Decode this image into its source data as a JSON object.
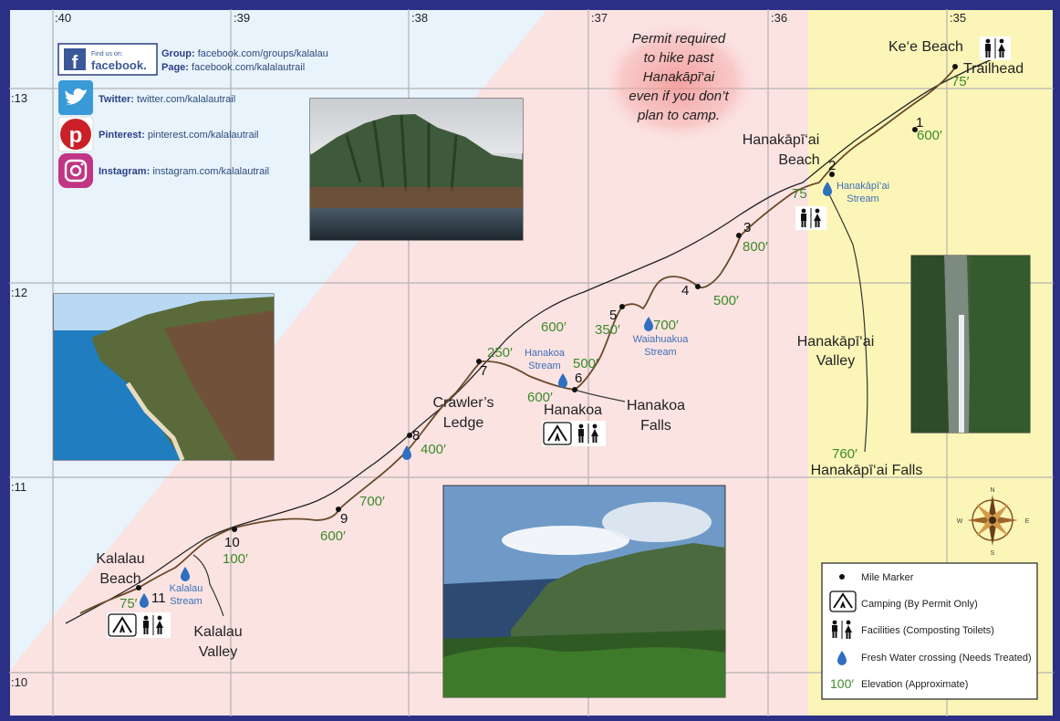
{
  "grid": {
    "top_ticks": [
      ":40",
      ":39",
      ":38",
      ":37",
      ":36",
      ":35"
    ],
    "left_ticks": [
      ":13",
      ":12",
      ":11",
      ":10"
    ]
  },
  "social": {
    "facebook_badge_line1": "Find us on:",
    "facebook_badge_line2": "facebook.",
    "group_label": "Group:",
    "group_url": "facebook.com/groups/kalalau",
    "page_label": "Page:",
    "page_url": "facebook.com/kalalautrail",
    "twitter_label": "Twitter:",
    "twitter_url": "twitter.com/kalalautrail",
    "pinterest_label": "Pinterest:",
    "pinterest_url": "pinterest.com/kalalautrail",
    "instagram_label": "Instagram:",
    "instagram_url": "instagram.com/kalalautrail"
  },
  "permit_note": [
    "Permit required",
    "to hike past",
    "Hanakāpī‘ai",
    "even if you don’t",
    "plan to camp."
  ],
  "places": {
    "kee_beach": "Ke‘e Beach",
    "trailhead": "Trailhead",
    "hanakapiai_beach_1": "Hanakāpī‘ai",
    "hanakapiai_beach_2": "Beach",
    "hanakapiai_stream_1": "Hanakāpī‘ai",
    "hanakapiai_stream_2": "Stream",
    "hanakapiai_valley_1": "Hanakāpī‘ai",
    "hanakapiai_valley_2": "Valley",
    "hanakapiai_falls": "Hanakāpī‘ai Falls",
    "waiahuakua_1": "Waiahuakua",
    "waiahuakua_2": "Stream",
    "hanakoa_stream_1": "Hanakoa",
    "hanakoa_stream_2": "Stream",
    "hanakoa": "Hanakoa",
    "hanakoa_falls_1": "Hanakoa",
    "hanakoa_falls_2": "Falls",
    "crawlers_1": "Crawler’s",
    "crawlers_2": "Ledge",
    "kalalau_beach_1": "Kalalau",
    "kalalau_beach_2": "Beach",
    "kalalau_stream_1": "Kalalau",
    "kalalau_stream_2": "Stream",
    "kalalau_valley_1": "Kalalau",
    "kalalau_valley_2": "Valley"
  },
  "mile_markers": [
    "1",
    "2",
    "3",
    "4",
    "5",
    "6",
    "7",
    "8",
    "9",
    "10",
    "11"
  ],
  "elevations": {
    "trailhead": "75′",
    "m1": "600′",
    "hanakapiai": "75",
    "m3": "800′",
    "m4": "500′",
    "m5": "350′",
    "waiahuakua": "700′",
    "m5b": "600′",
    "m6": "500′",
    "m6b": "600′",
    "m7": "250′",
    "m8": "400′",
    "m9a": "700′",
    "m9b": "600′",
    "m10": "100′",
    "kalalau": "75′",
    "falls": "760′"
  },
  "legend": {
    "mile_marker": "Mile Marker",
    "camping": "Camping (By Permit Only)",
    "facilities": "Facilities (Composting Toilets)",
    "water": "Fresh Water crossing (Needs Treated)",
    "elevation_sample": "100′",
    "elevation": "Elevation (Approximate)"
  },
  "compass": {
    "n": "N",
    "s": "S",
    "e": "E",
    "w": "W"
  },
  "colors": {
    "blue_zone": "#e8f3fb",
    "pink_zone": "#fbe3e2",
    "yellow_zone": "#fbf6b8",
    "grid": "#b3b3b3",
    "trail": "#2a2a2a",
    "elevation": "#3d8a2a",
    "water": "#2e6fc0"
  }
}
